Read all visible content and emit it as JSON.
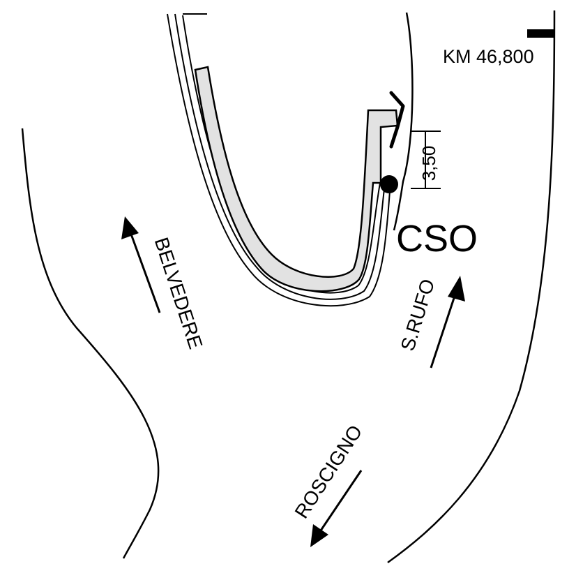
{
  "labels": {
    "km": "KM 46,800",
    "measure": "3,50",
    "site": "CSO",
    "dir_belvedere": "BELVEDERE",
    "dir_srufo": "S.RUFO",
    "dir_roscigno": "ROSCIGNO"
  },
  "colors": {
    "line": "#000000",
    "island_fill": "#e2e2e2",
    "background": "#ffffff"
  }
}
